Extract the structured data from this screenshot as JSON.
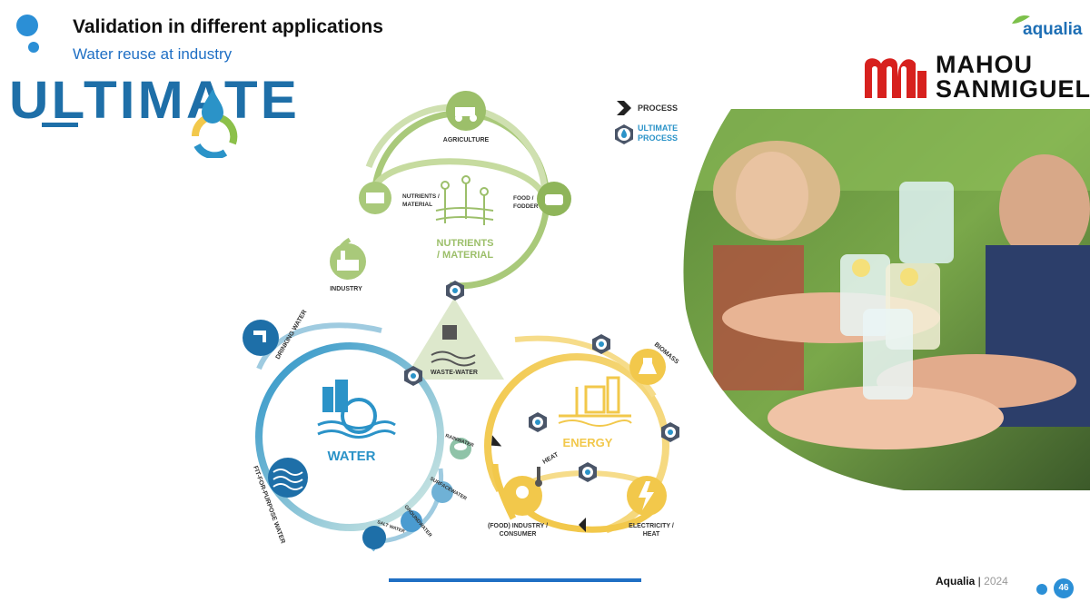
{
  "header": {
    "title": "Validation in different applications",
    "subtitle": "Water reuse at industry"
  },
  "logos": {
    "ultimate": "ULTIMATE",
    "aqualia": "aqualia",
    "mahou_line1": "MAHOU",
    "mahou_line2": "SANMIGUEL"
  },
  "legend": {
    "process": "PROCESS",
    "ultimate_line1": "ULTIMATE",
    "ultimate_line2": "PROCESS"
  },
  "diagram": {
    "agriculture": "AGRICULTURE",
    "nutrients_material_small_1": "NUTRIENTS /",
    "nutrients_material_small_2": "MATERIAL",
    "food_fodder_1": "FOOD /",
    "food_fodder_2": "FODDER",
    "nutrients_center_1": "NUTRIENTS",
    "nutrients_center_2": "/ MATERIAL",
    "industry": "INDUSTRY",
    "waste_water": "WASTE-WATER",
    "water": "WATER",
    "drinking_water": "DRINKING WATER",
    "fit_for_purpose_water": "FIT-FOR-PURPOSE WATER",
    "rainwater": "RAINWATER",
    "surfacewater": "SURFACEWATER",
    "groundwater": "GROUNDWATER",
    "salt_water": "SALT WATER",
    "energy": "ENERGY",
    "biomass": "BIOMASS",
    "heat": "HEAT",
    "electricity_heat_1": "ELECTRICITY /",
    "electricity_heat_2": "HEAT",
    "food_industry_1": "(FOOD) INDUSTRY /",
    "food_industry_2": "CONSUMER"
  },
  "footer": {
    "brand": "Aqualia",
    "separator": " | ",
    "year": "2024",
    "page_number": "46"
  },
  "colors": {
    "accent_blue": "#1f6fc4",
    "agriculture_green": "#9cbf6a",
    "water_blue": "#2b93c8",
    "energy_yellow": "#f2c84b",
    "mahou_red": "#d7211e"
  },
  "icons": [
    "dots-icon",
    "droplet-icon",
    "cycle-arrows-icon",
    "chevron-right-icon",
    "tractor-icon",
    "cow-icon",
    "factory-icon",
    "faucet-icon",
    "waves-icon",
    "rain-cloud-icon",
    "flask-icon",
    "lightning-icon",
    "thermometer-icon"
  ]
}
